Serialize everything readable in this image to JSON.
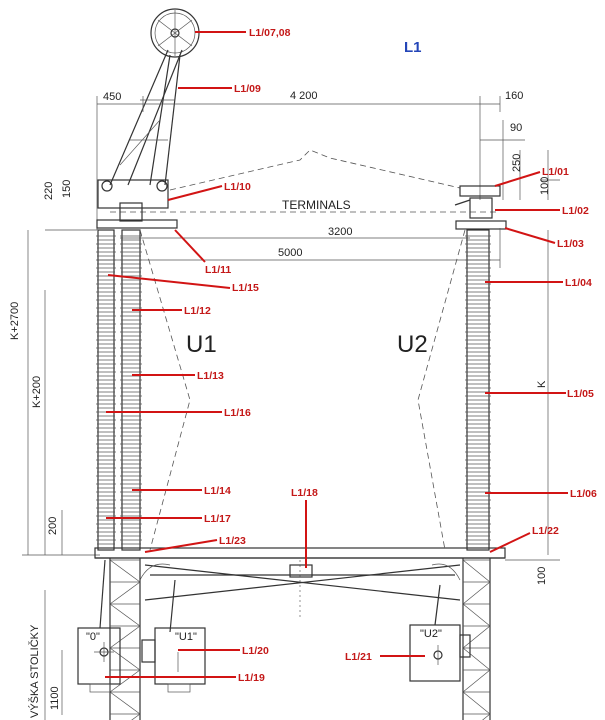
{
  "title": "L1",
  "dimensions": {
    "d450": "450",
    "d4200": "4 200",
    "d160": "160",
    "d90": "90",
    "d250": "250",
    "d100_top": "100",
    "d220": "220",
    "d150": "150",
    "d3200": "3200",
    "d5000": "5000",
    "k2700": "K+2700",
    "k200": "K+200",
    "k": "K",
    "d200": "200",
    "d100_bottom": "100",
    "d1100": "1100"
  },
  "texts": {
    "terminals": "TERMINALS",
    "u1": "U1",
    "u2": "U2",
    "support_height": "VÝŠKA STOLIČKY",
    "box_0": "\"0\"",
    "box_u1": "\"U1\"",
    "box_u2": "\"U2\""
  },
  "labels": {
    "l1_07_08": "L1/07,08",
    "l1_09": "L1/09",
    "l1_01": "L1/01",
    "l1_10": "L1/10",
    "l1_02": "L1/02",
    "l1_03": "L1/03",
    "l1_11": "L1/11",
    "l1_15": "L1/15",
    "l1_04": "L1/04",
    "l1_12": "L1/12",
    "l1_13": "L1/13",
    "l1_05": "L1/05",
    "l1_16": "L1/16",
    "l1_14": "L1/14",
    "l1_06": "L1/06",
    "l1_18": "L1/18",
    "l1_17": "L1/17",
    "l1_22": "L1/22",
    "l1_23": "L1/23",
    "l1_20": "L1/20",
    "l1_21": "L1/21",
    "l1_19": "L1/19"
  }
}
